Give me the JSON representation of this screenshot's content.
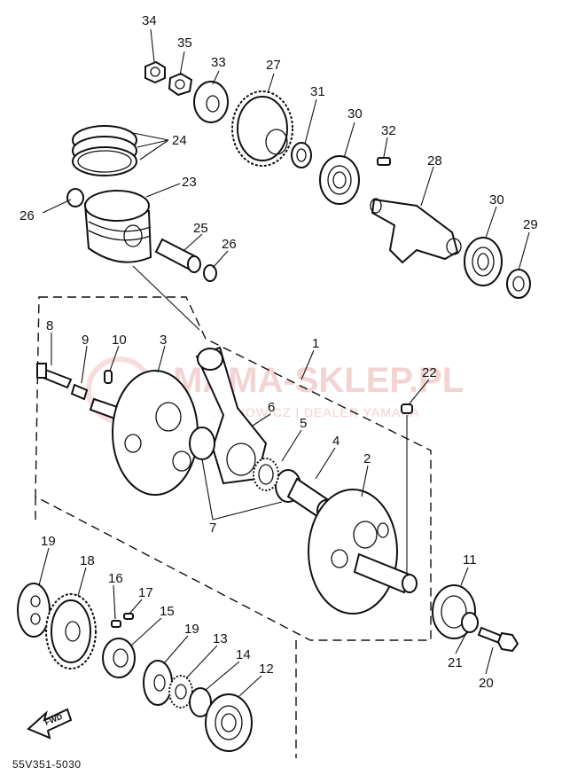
{
  "diagram": {
    "part_code": "55V351-5030",
    "watermark_main": "MAMA-SKLEP.PL",
    "watermark_sub": "...CHOWICZ | DEALER YAMAHA",
    "fwd_label": "FWD",
    "callouts": [
      {
        "id": "34",
        "label": "34"
      },
      {
        "id": "35",
        "label": "35"
      },
      {
        "id": "33",
        "label": "33"
      },
      {
        "id": "27",
        "label": "27"
      },
      {
        "id": "31",
        "label": "31"
      },
      {
        "id": "30a",
        "label": "30"
      },
      {
        "id": "32",
        "label": "32"
      },
      {
        "id": "24",
        "label": "24"
      },
      {
        "id": "23",
        "label": "23"
      },
      {
        "id": "26a",
        "label": "26"
      },
      {
        "id": "28",
        "label": "28"
      },
      {
        "id": "30b",
        "label": "30"
      },
      {
        "id": "29",
        "label": "29"
      },
      {
        "id": "25",
        "label": "25"
      },
      {
        "id": "26b",
        "label": "26"
      },
      {
        "id": "1",
        "label": "1"
      },
      {
        "id": "8",
        "label": "8"
      },
      {
        "id": "9",
        "label": "9"
      },
      {
        "id": "10",
        "label": "10"
      },
      {
        "id": "3",
        "label": "3"
      },
      {
        "id": "22",
        "label": "22"
      },
      {
        "id": "6",
        "label": "6"
      },
      {
        "id": "5",
        "label": "5"
      },
      {
        "id": "4",
        "label": "4"
      },
      {
        "id": "2",
        "label": "2"
      },
      {
        "id": "7",
        "label": "7"
      },
      {
        "id": "19a",
        "label": "19"
      },
      {
        "id": "18",
        "label": "18"
      },
      {
        "id": "16",
        "label": "16"
      },
      {
        "id": "17",
        "label": "17"
      },
      {
        "id": "11",
        "label": "11"
      },
      {
        "id": "15",
        "label": "15"
      },
      {
        "id": "19b",
        "label": "19"
      },
      {
        "id": "13",
        "label": "13"
      },
      {
        "id": "14",
        "label": "14"
      },
      {
        "id": "12",
        "label": "12"
      },
      {
        "id": "21",
        "label": "21"
      },
      {
        "id": "20",
        "label": "20"
      }
    ]
  }
}
